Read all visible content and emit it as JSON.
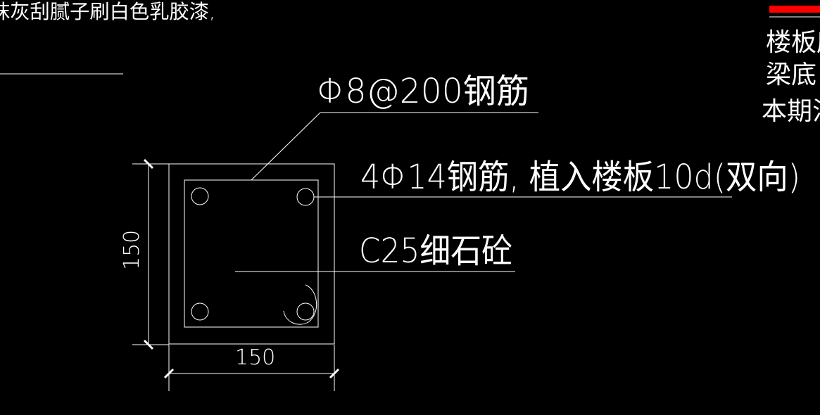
{
  "texts": {
    "top_left_note": "抹灰刮腻子刷白色乳胶漆,",
    "stirrup_label": "Φ8@200钢筋",
    "main_bar_label": "4Φ14钢筋, 植入楼板10d(双向)",
    "concrete_label": "C25细石砼",
    "dim_vertical": "150",
    "dim_horizontal": "150",
    "right_line_1": "楼板底",
    "right_line_2": "梁底:",
    "right_line_3": "本期洪"
  },
  "colors": {
    "background": "#000000",
    "line": "#ffffff",
    "accent_bar": "#ff0000"
  }
}
